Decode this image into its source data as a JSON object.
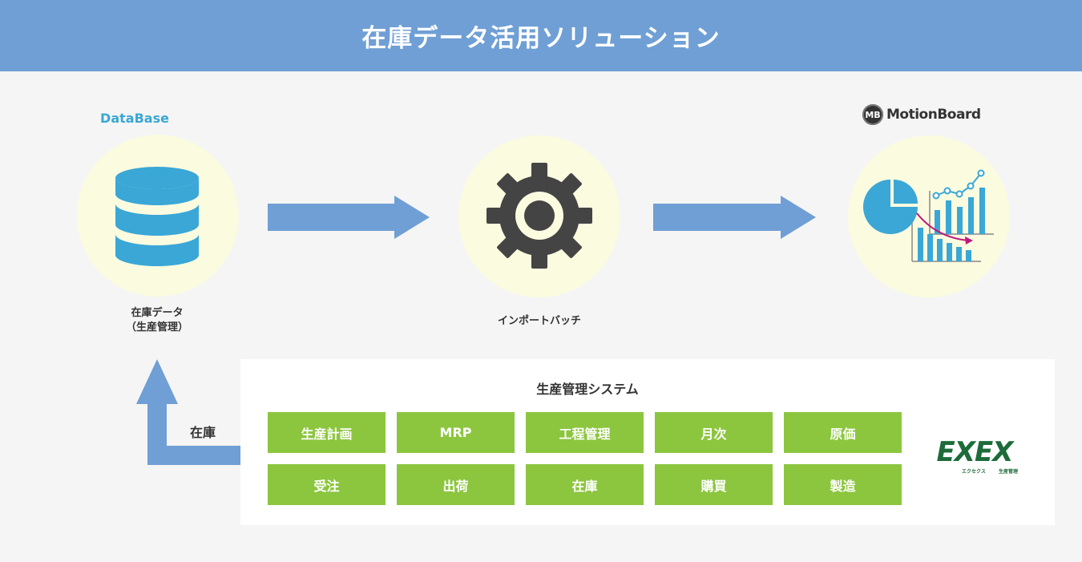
{
  "title": "在庫データ活用ソリューション",
  "database": {
    "label": "DataBase",
    "caption_line1": "在庫データ",
    "caption_line2": "（生産管理）"
  },
  "process": {
    "caption": "インポートバッチ"
  },
  "motionboard": {
    "badge": "MB",
    "logo_text": "MotionBoard"
  },
  "system": {
    "title": "生産管理システム",
    "modules": [
      "生産計画",
      "MRP",
      "工程管理",
      "月次",
      "原価",
      "受注",
      "出荷",
      "在庫",
      "購買",
      "製造"
    ]
  },
  "return_arrow_label": "在庫",
  "exex_logo": {
    "text": "EXEX",
    "sub_left": "エクセクス",
    "sub_right": "生産管理"
  },
  "colors": {
    "header": "#6f9fd5",
    "arrow": "#6f9fd5",
    "database": "#3aa7d6",
    "module": "#8cc63f",
    "circle": "#fbfbe0",
    "gear": "#444444",
    "exex": "#1d6b3a"
  }
}
